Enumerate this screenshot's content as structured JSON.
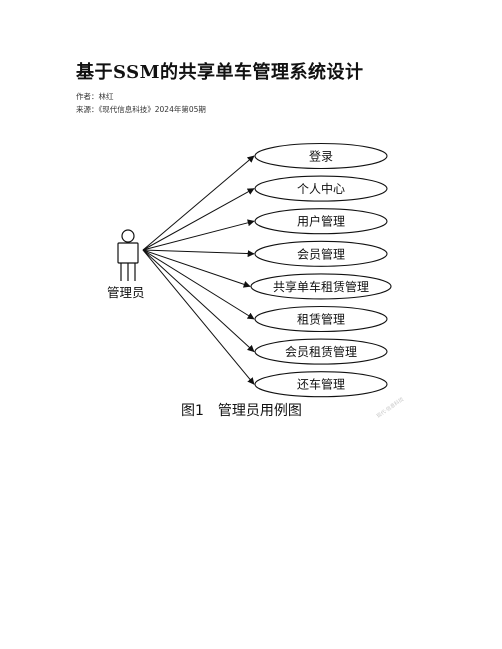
{
  "document": {
    "title": "基于SSM的共享单车管理系统设计",
    "author_line": "作者：林红",
    "source_line": "来源：《现代信息科技》2024年第05期"
  },
  "diagram": {
    "actor": "管理员",
    "use_cases": [
      "登录",
      "个人中心",
      "用户管理",
      "会员管理",
      "共享单车租赁管理",
      "租赁管理",
      "会员租赁管理",
      "还车管理"
    ],
    "caption": "图1　管理员用例图",
    "watermark": "现代·信息科技"
  }
}
